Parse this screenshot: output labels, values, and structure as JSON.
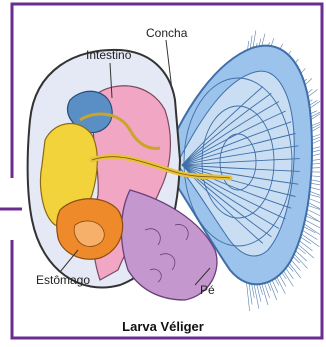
{
  "diagram": {
    "title": "Larva Véliger",
    "labels": {
      "intestino": "Intestino",
      "concha": "Concha",
      "estomago": "Estômago",
      "pe": "Pé"
    },
    "colors": {
      "frame": "#6b2c91",
      "shell": "#e4e9f5",
      "velum": "#9cc3ec",
      "velum_dark": "#3f6fa8",
      "cilia": "#5a7fb0",
      "gut_yellow": "#f2d33c",
      "stomach_orange": "#ee8a2a",
      "intestine_blue": "#5a8fc6",
      "body_pink": "#f1a6c4",
      "foot_purple": "#c597cf",
      "outline": "#333333"
    }
  }
}
